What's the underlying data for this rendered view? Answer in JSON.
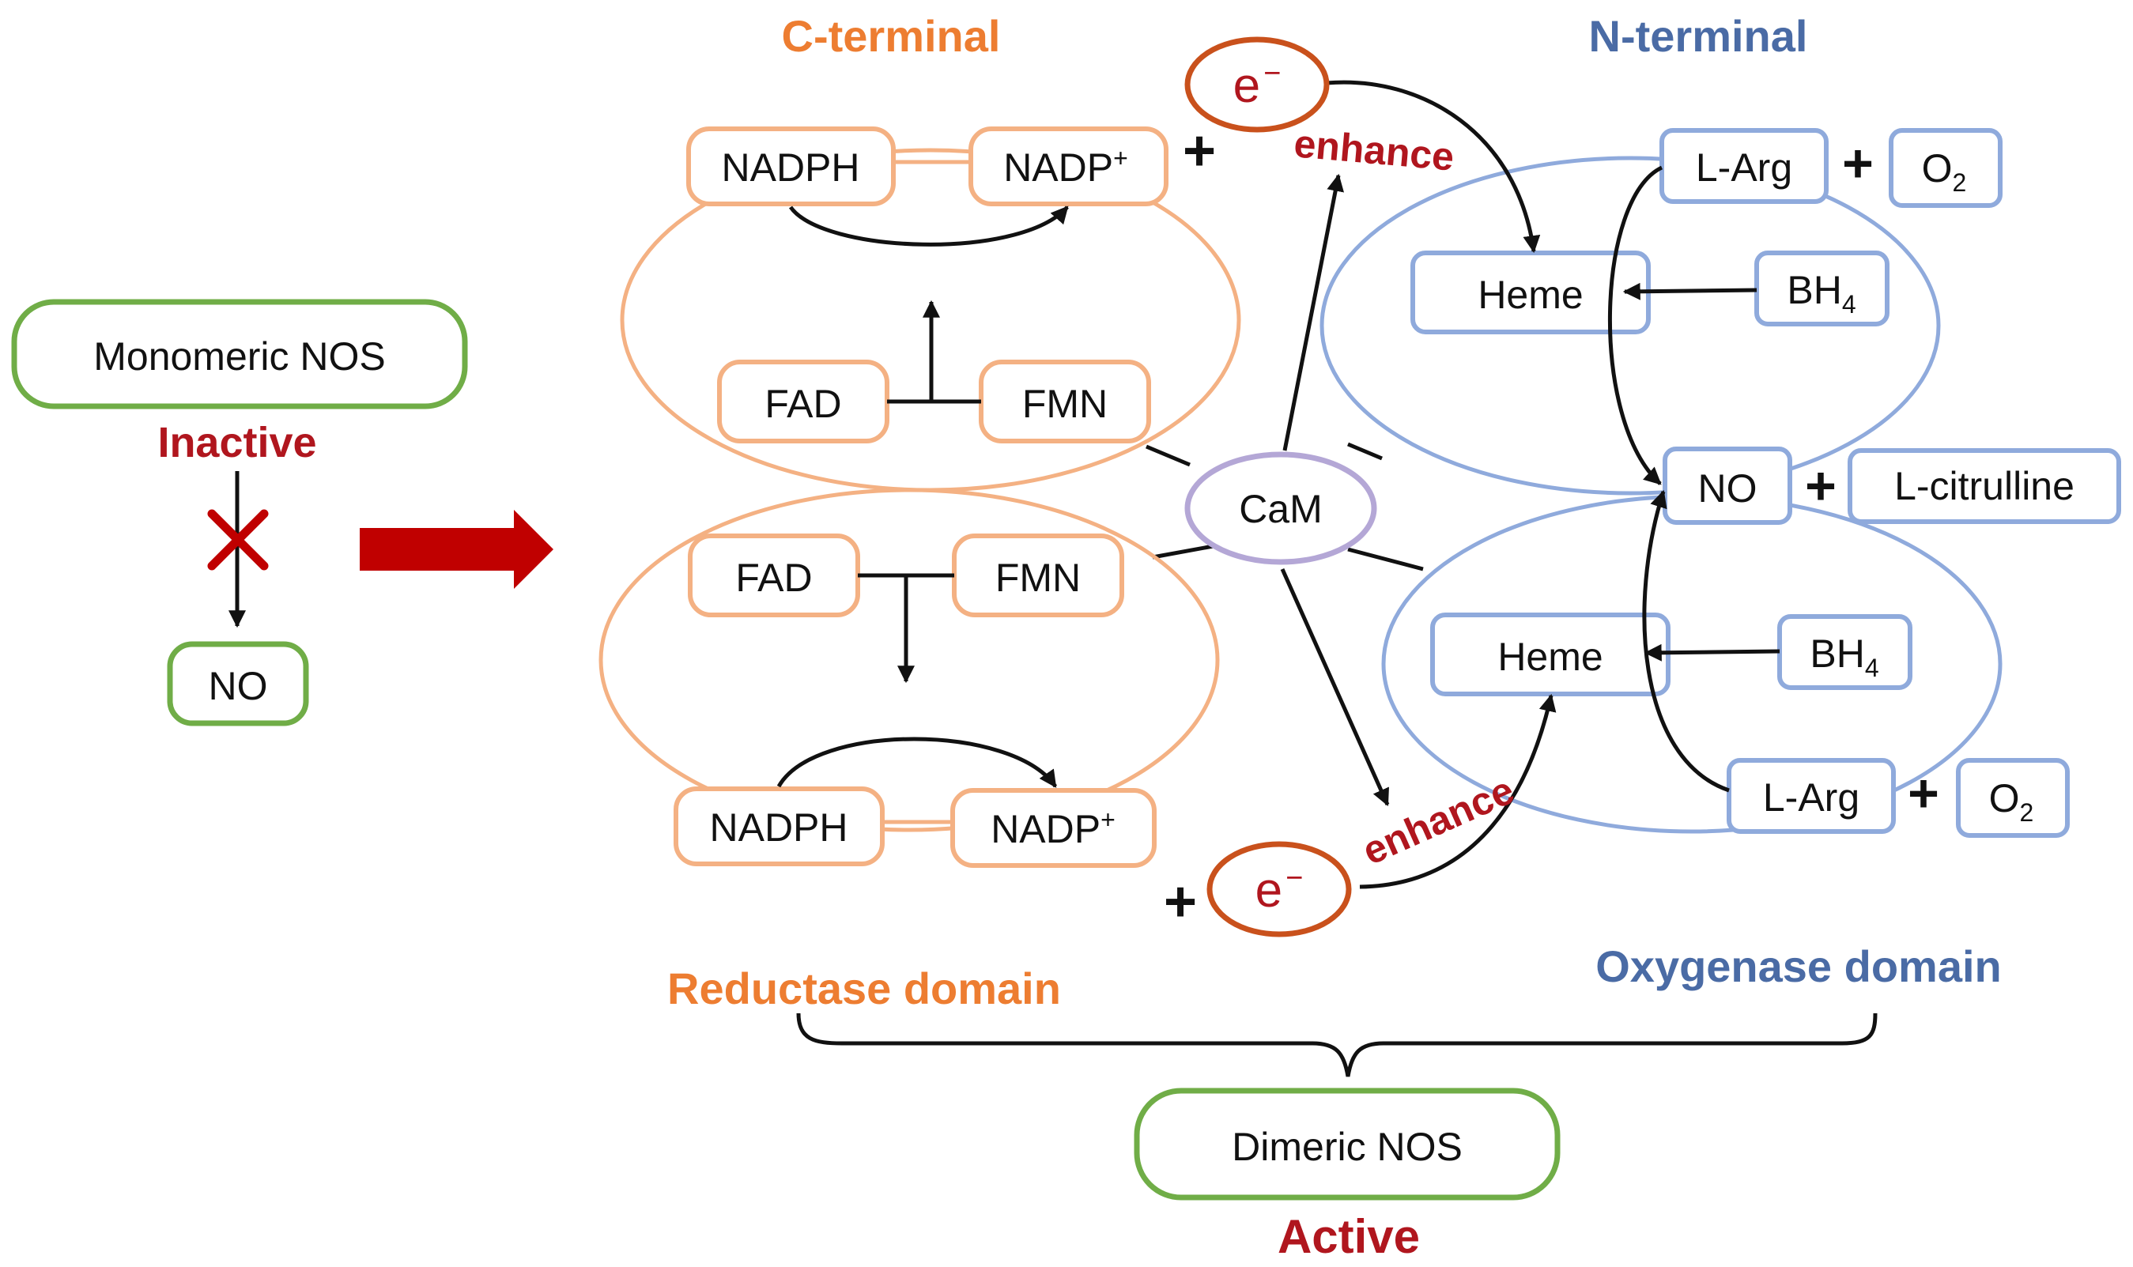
{
  "colors": {
    "green": "#70ad47",
    "orange": "#f4b183",
    "blue": "#8faadc",
    "purple": "#b4a7d6",
    "dark_red": "#b0161e",
    "red_arrow": "#c00000",
    "orange_text": "#ed7d31",
    "blue_text": "#4a6ba5",
    "e_border": "#c9511c",
    "black": "#111111"
  },
  "left": {
    "monomeric": "Monomeric NOS",
    "inactive": "Inactive",
    "no": "NO"
  },
  "headers": {
    "c_terminal": "C-terminal",
    "n_terminal": "N-terminal",
    "reductase": "Reductase domain",
    "oxygenase": "Oxygenase domain"
  },
  "reductase_top": {
    "nadph": "NADPH",
    "nadp_base": "NADP",
    "nadp_sup": "+",
    "fad": "FAD",
    "fmn": "FMN",
    "plus": "+"
  },
  "reductase_bottom": {
    "nadph": "NADPH",
    "nadp_base": "NADP",
    "nadp_sup": "+",
    "fad": "FAD",
    "fmn": "FMN"
  },
  "center": {
    "cam": "CaM",
    "electron_base": "e",
    "electron_sup": "−",
    "enhance_top": "enhance",
    "enhance_bottom": "enhance",
    "plus_bottom": "+"
  },
  "oxygenase_top": {
    "l_arg": "L-Arg",
    "plus": "+",
    "o_base": "O",
    "o_sub": "2",
    "heme": "Heme",
    "bh_base": "BH",
    "bh_sub": "4"
  },
  "products": {
    "no": "NO",
    "plus": "+",
    "citrulline": "L-citrulline"
  },
  "oxygenase_bottom": {
    "heme": "Heme",
    "bh_base": "BH",
    "bh_sub": "4",
    "l_arg": "L-Arg",
    "plus": "+",
    "o_base": "O",
    "o_sub": "2"
  },
  "bottom": {
    "dimeric": "Dimeric NOS",
    "active": "Active"
  }
}
